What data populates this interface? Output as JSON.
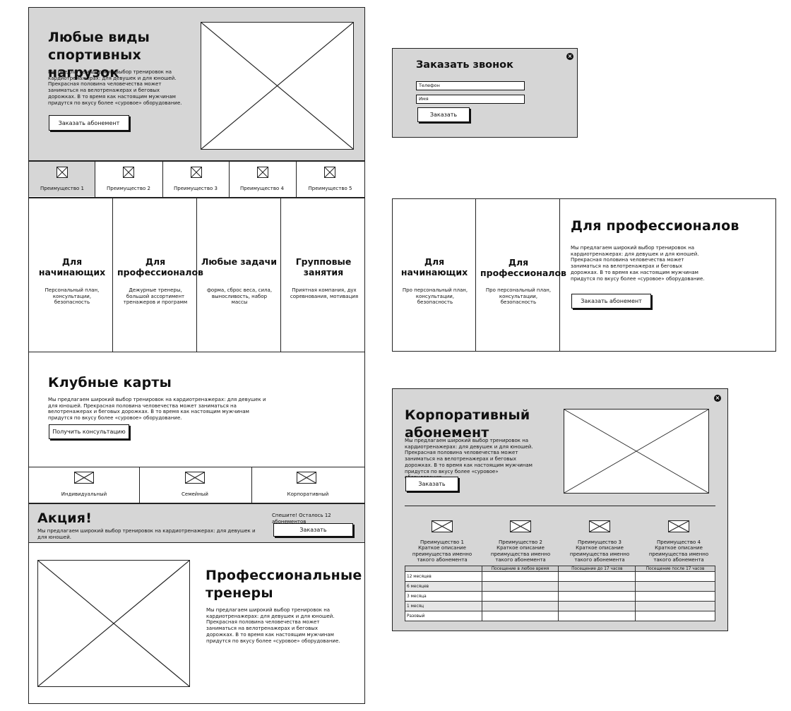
{
  "left": {
    "hero": {
      "title": "Любые виды спортивных нагрузок",
      "text": "Мы предлагаем широкий выбор тренировок на кардиотренажерах: для девушек и для юношей. Прекрасная половина человечества может заниматься на велотренажерах и беговых дорожках. В то время как настоящим мужчинам придутся по вкусу более «суровое» оборудование.",
      "button": "Заказать абонемент"
    },
    "advantages": [
      "Преимущество 1",
      "Преимущество 2",
      "Преимущество 3",
      "Преимущество 4",
      "Преимущество 5"
    ],
    "programs": [
      {
        "title": "Для начинающих",
        "text": "Персональный план, консультации, безопасность"
      },
      {
        "title": "Для профессионалов",
        "text": "Дежурные тренеры, большой ассортимент тренажеров и программ"
      },
      {
        "title": "Любые задачи",
        "text": "форма, сброс веса, сила, выносливость, набор массы"
      },
      {
        "title": "Групповые занятия",
        "text": "Приятная компания, дух соревнования, мотивация"
      }
    ],
    "club": {
      "title": "Клубные карты",
      "text": "Мы предлагаем широкий выбор тренировок на кардиотренажерах: для девушек и для юношей. Прекрасная половина человечества может заниматься на велотренажерах и беговых дорожках. В то время как настоящим мужчинам придутся по вкусу более «суровое» оборудование.",
      "button": "Получить консультацию",
      "cards": [
        "Индивидуальный",
        "Семейный",
        "Корпоративный"
      ]
    },
    "promo": {
      "title": "Акция!",
      "text": "Мы предлагаем широкий выбор тренировок на кардиотренажерах: для девушек и для юношей.",
      "remaining": "Спешите! Осталось 12 абонементов",
      "button": "Заказать"
    },
    "trainers": {
      "title": "Профессиональные тренеры",
      "text": "Мы предлагаем широкий выбор тренировок на кардиотренажерах: для девушек и для юношей. Прекрасная половина человечества может заниматься на велотренажерах и беговых дорожках. В то время как настоящим мужчинам придутся по вкусу более «суровое» оборудование."
    }
  },
  "callback": {
    "title": "Заказать звонок",
    "phone_placeholder": "Телефон",
    "name_placeholder": "Имя",
    "button": "Заказать",
    "close": "×"
  },
  "pro_panel": {
    "tab1": {
      "title": "Для начинающих",
      "text": "Про персональный план, консультации, безопасность"
    },
    "tab2": {
      "title": "Для профессионалов",
      "text": "Про персональный план, консультации, безопасность"
    },
    "title": "Для профессионалов",
    "text": "Мы предлагаем широкий выбор тренировок на кардиотренажерах: для девушек и для юношей. Прекрасная половина человечества может заниматься на велотренажерах и беговых дорожках. В то время как настоящим мужчинам придутся по вкусу более «суровое» оборудование.",
    "button": "Заказать абонемент"
  },
  "corporate": {
    "title": "Корпоративный абонемент",
    "text": "Мы предлагаем широкий выбор тренировок на кардиотренажерах: для девушек и для юношей. Прекрасная половина человечества может заниматься на велотренажерах и беговых дорожках. В то время как настоящим мужчинам придутся по вкусу более «суровое» оборудование.",
    "button": "Заказать",
    "close": "×",
    "features": [
      {
        "title": "Преимущество 1",
        "text": "Краткое описание преимущества именно такого абонемента"
      },
      {
        "title": "Преимущество 2",
        "text": "Краткое описание преимущества именно такого абонемента"
      },
      {
        "title": "Преимущество 3",
        "text": "Краткое описание преимущества именно такого абонемента"
      },
      {
        "title": "Преимущество 4",
        "text": "Краткое описание преимущества именно такого абонемента"
      }
    ],
    "table": {
      "headers": [
        "",
        "Посещение в любое время",
        "Посещение до 17 часов",
        "Посещение после 17 часов"
      ],
      "rows": [
        "12 месяцев",
        "6 месяцев",
        "3 месяца",
        "1 месяц",
        "Разовый"
      ]
    }
  }
}
